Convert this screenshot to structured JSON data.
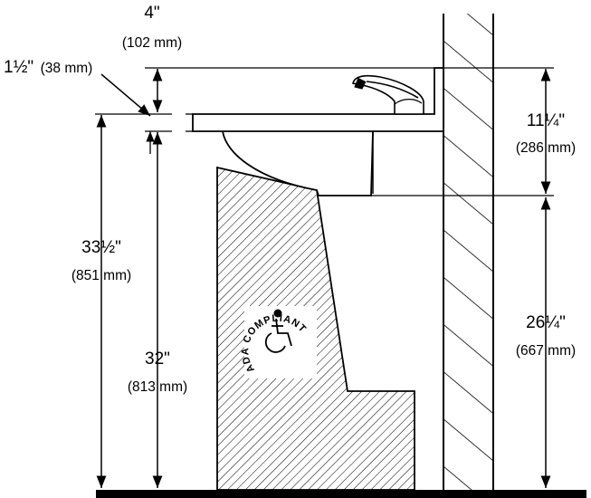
{
  "dimensions": {
    "lip_height": {
      "imperial": "4\"",
      "metric": "(102 mm)"
    },
    "deck_thickness": {
      "imperial": "1½\"",
      "metric": "(38 mm)"
    },
    "sink_depth": {
      "imperial": "11¼\"",
      "metric": "(286 mm)"
    },
    "rim_height": {
      "imperial": "33½\"",
      "metric": "(851 mm)"
    },
    "deck_underside_height": {
      "imperial": "32\"",
      "metric": "(813 mm)"
    },
    "knee_clearance": {
      "imperial": "26¼\"",
      "metric": "(667 mm)"
    }
  },
  "badge": {
    "text": "ADA COMPLIANT",
    "icon": "wheelchair-icon"
  },
  "colors": {
    "line": "#000000",
    "background": "#ffffff"
  }
}
